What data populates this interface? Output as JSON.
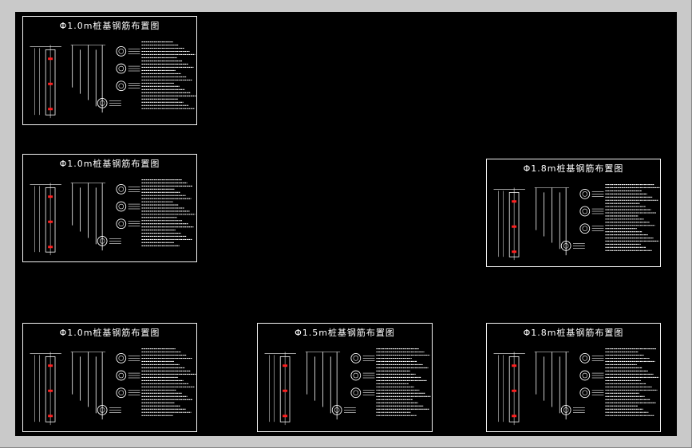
{
  "sheets": [
    {
      "title": "Φ1.0m桩基钢筋布置图"
    },
    {
      "title": "Φ1.0m桩基钢筋布置图"
    },
    {
      "title": "Φ1.8m桩基钢筋布置图"
    },
    {
      "title": "Φ1.0m桩基钢筋布置图"
    },
    {
      "title": "Φ1.5m桩基钢筋布置图"
    },
    {
      "title": "Φ1.8m桩基钢筋布置图"
    }
  ],
  "colors": {
    "canvas": "#000000",
    "line": "#ffffff",
    "highlight": "#ff2020",
    "frame": "#c9c9c9"
  }
}
